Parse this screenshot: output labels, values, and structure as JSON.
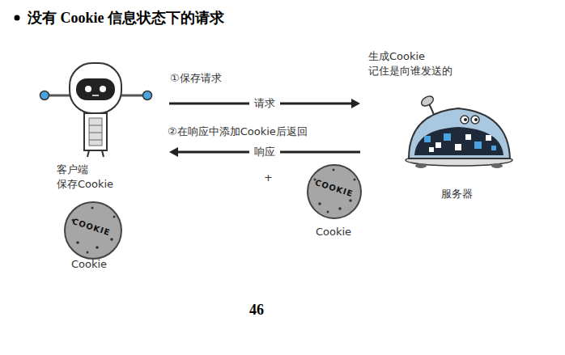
{
  "diagram": {
    "title": "没有 Cookie 信息状态下的请求",
    "nodes": [
      {
        "text": [
          "客户端",
          "保存Cookie"
        ]
      },
      {
        "text": [
          "生成Cookie",
          "记住是向谁发送的",
          "服务器"
        ]
      }
    ],
    "edges": [
      {
        "from": 0,
        "to": 1,
        "label": "请求",
        "arrow": "to"
      },
      {
        "from": 1,
        "to": 0,
        "label": "响应",
        "arrow": "to"
      }
    ],
    "labels": [
      "①保存请求",
      "②在响应中添加Cookie后返回",
      "+",
      "COOKIE",
      "Cookie",
      "COOKIE",
      "Cookie",
      "46"
    ]
  }
}
